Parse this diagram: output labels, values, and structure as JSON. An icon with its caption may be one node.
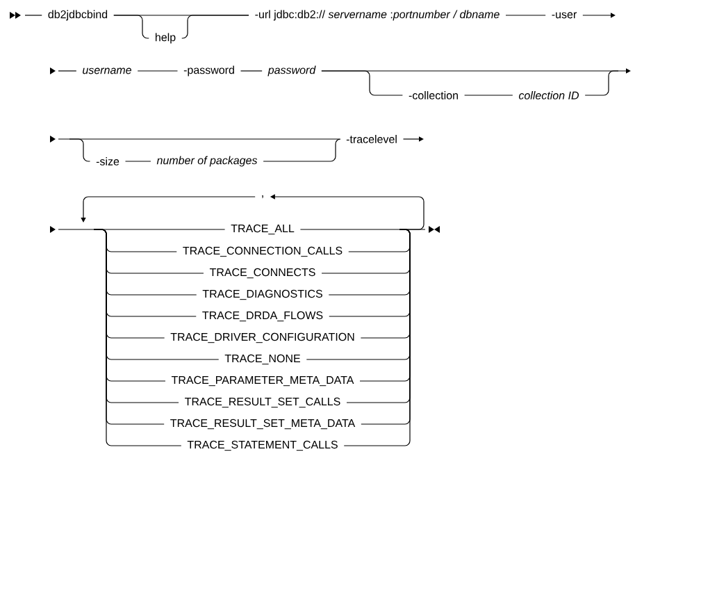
{
  "diagram": {
    "nodes": [
      {
        "text": [
          "db2jdbcbind"
        ]
      },
      {
        "text": [
          "help"
        ]
      },
      {
        "text": [
          "-url jdbc:db2:// *servername* :*portnumber* */ dbname*"
        ]
      },
      {
        "text": [
          "-user"
        ]
      },
      {
        "text": [
          "username"
        ]
      },
      {
        "text": [
          "-password"
        ]
      },
      {
        "text": [
          "password"
        ]
      },
      {
        "text": [
          "-collection"
        ]
      },
      {
        "text": [
          "collection ID"
        ]
      },
      {
        "text": [
          "-size"
        ]
      },
      {
        "text": [
          "number of packages"
        ]
      },
      {
        "text": [
          "-tracelevel"
        ]
      },
      {
        "text": [
          ","
        ]
      },
      {
        "text": [
          "TRACE_ALL"
        ]
      },
      {
        "text": [
          "TRACE_CONNECTION_CALLS"
        ]
      },
      {
        "text": [
          "TRACE_CONNECTS"
        ]
      },
      {
        "text": [
          "TRACE_DIAGNOSTICS"
        ]
      },
      {
        "text": [
          "TRACE_DRDA_FLOWS"
        ]
      },
      {
        "text": [
          "TRACE_DRIVER_CONFIGURATION"
        ]
      },
      {
        "text": [
          "TRACE_NONE"
        ]
      },
      {
        "text": [
          "TRACE_PARAMETER_META_DATA"
        ]
      },
      {
        "text": [
          "TRACE_RESULT_SET_CALLS"
        ]
      },
      {
        "text": [
          "TRACE_RESULT_SET_META_DATA"
        ]
      },
      {
        "text": [
          "TRACE_STATEMENT_CALLS"
        ]
      }
    ],
    "edges": [
      {
        "from": null,
        "to": 0,
        "arrow": "none"
      },
      {
        "from": 0,
        "to": 2,
        "arrow": "none"
      },
      {
        "from": 0,
        "to": 1,
        "arrow": "none"
      },
      {
        "from": 1,
        "to": 2,
        "arrow": "none"
      },
      {
        "from": 2,
        "to": 3,
        "arrow": "none"
      },
      {
        "from": 3,
        "to": null,
        "arrow": "to"
      },
      {
        "from": null,
        "to": 4,
        "arrow": "none"
      },
      {
        "from": 4,
        "to": 5,
        "arrow": "none"
      },
      {
        "from": 5,
        "to": 6,
        "arrow": "none"
      },
      {
        "from": 6,
        "to": null,
        "arrow": "to"
      },
      {
        "from": 6,
        "to": 7,
        "arrow": "none"
      },
      {
        "from": 7,
        "to": 8,
        "arrow": "none"
      },
      {
        "from": 8,
        "to": null,
        "arrow": "none"
      },
      {
        "from": null,
        "to": 11,
        "arrow": "none"
      },
      {
        "from": null,
        "to": 9,
        "arrow": "none"
      },
      {
        "from": 9,
        "to": 10,
        "arrow": "none"
      },
      {
        "from": 10,
        "to": 11,
        "arrow": "none"
      },
      {
        "from": 11,
        "to": null,
        "arrow": "to"
      },
      {
        "from": null,
        "to": 13,
        "arrow": "none"
      },
      {
        "from": 13,
        "to": null,
        "arrow": "none"
      },
      {
        "from": null,
        "to": 12,
        "arrow": "to"
      },
      {
        "from": 12,
        "to": null,
        "arrow": "to"
      },
      {
        "from": null,
        "to": 14,
        "arrow": "none"
      },
      {
        "from": 14,
        "to": null,
        "arrow": "none"
      },
      {
        "from": null,
        "to": 15,
        "arrow": "none"
      },
      {
        "from": 15,
        "to": null,
        "arrow": "none"
      },
      {
        "from": null,
        "to": 16,
        "arrow": "none"
      },
      {
        "from": 16,
        "to": null,
        "arrow": "none"
      },
      {
        "from": null,
        "to": 17,
        "arrow": "none"
      },
      {
        "from": 17,
        "to": null,
        "arrow": "none"
      },
      {
        "from": null,
        "to": 18,
        "arrow": "none"
      },
      {
        "from": 18,
        "to": null,
        "arrow": "none"
      },
      {
        "from": null,
        "to": 19,
        "arrow": "none"
      },
      {
        "from": 19,
        "to": null,
        "arrow": "none"
      },
      {
        "from": null,
        "to": 20,
        "arrow": "none"
      },
      {
        "from": 20,
        "to": null,
        "arrow": "none"
      },
      {
        "from": null,
        "to": 21,
        "arrow": "none"
      },
      {
        "from": 21,
        "to": null,
        "arrow": "none"
      },
      {
        "from": null,
        "to": 22,
        "arrow": "none"
      },
      {
        "from": 22,
        "to": null,
        "arrow": "none"
      },
      {
        "from": null,
        "to": 23,
        "arrow": "none"
      },
      {
        "from": 23,
        "to": null,
        "arrow": "none"
      }
    ]
  }
}
